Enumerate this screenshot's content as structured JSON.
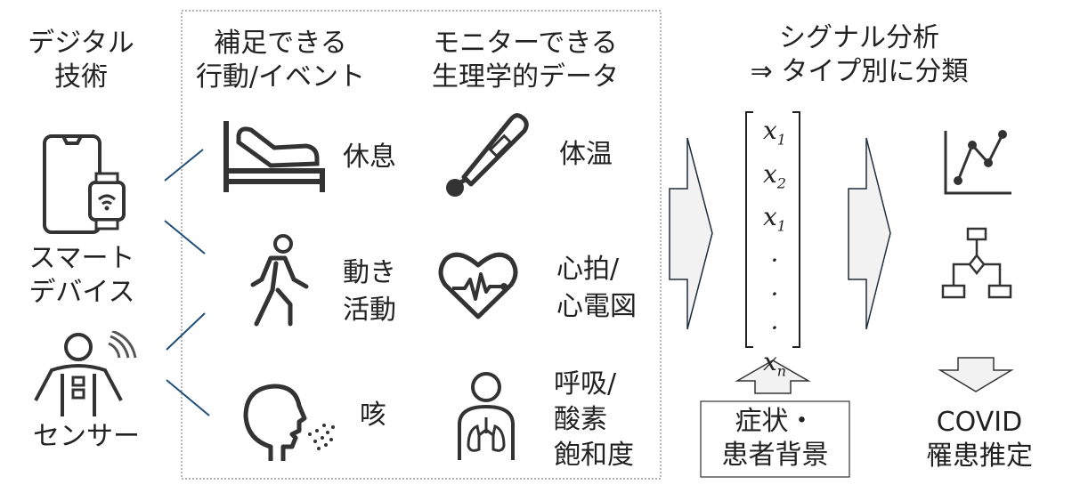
{
  "columns": {
    "digital_tech": "デジタル\n技術",
    "behaviors": "補足できる\n行動/イベント",
    "physiological": "モニターできる\n生理学的データ",
    "signal_analysis": "シグナル分析\n⇒ タイプ別に分類"
  },
  "devices": {
    "smart_device": "スマート\nデバイス",
    "sensor": "センサー"
  },
  "behaviors": {
    "rest": "休息",
    "activity": "動き\n活動",
    "cough": "咳"
  },
  "physio": {
    "temperature": "体温",
    "heart": "心拍/\n心電図",
    "respiration": "呼吸/\n酸素\n飽和度"
  },
  "vector": {
    "items": [
      "x1",
      "x2",
      "x1",
      "·",
      "·",
      "·",
      "xn"
    ]
  },
  "inputs": {
    "symptoms": "症状・\n患者背景"
  },
  "output": {
    "covid": "COVID\n罹患推定"
  },
  "colors": {
    "stroke": "#333333",
    "connector": "#1f4e79",
    "arrow_fill": "#f2f2f2",
    "dashed_border": "#888888"
  }
}
